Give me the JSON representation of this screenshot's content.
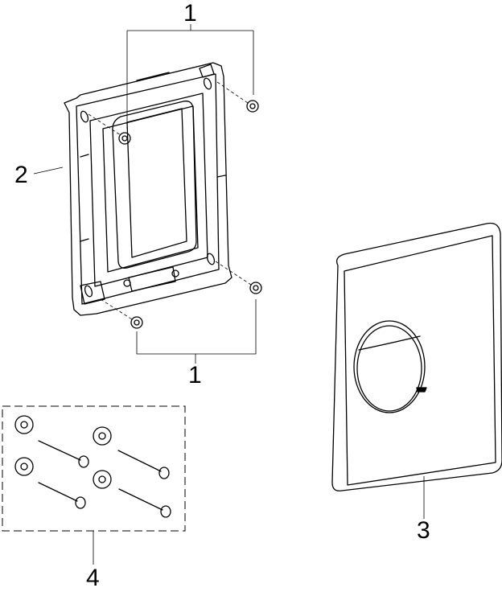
{
  "callouts": {
    "screws_top": "1",
    "mounting_frame": "2",
    "screws_bottom": "1",
    "cover_plate": "3",
    "fixing_set": "4"
  },
  "colors": {
    "line": "#000000",
    "background": "#ffffff"
  }
}
